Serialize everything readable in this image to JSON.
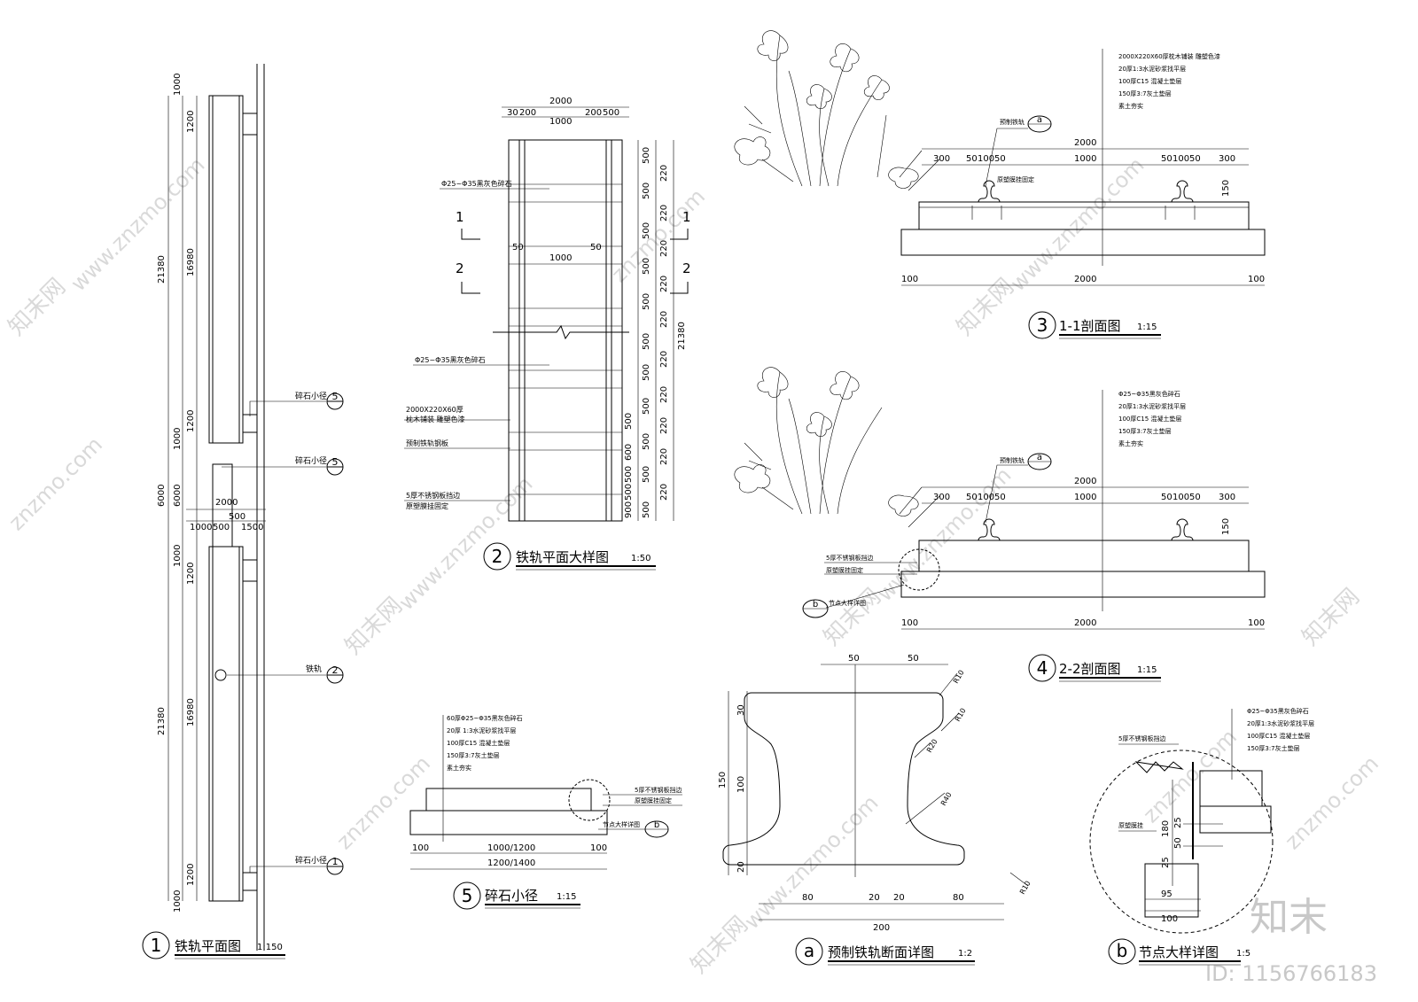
{
  "watermark": {
    "cn": "知末网",
    "url": "www.znzmo.com",
    "short": "znzmo.com"
  },
  "brand": {
    "logo": "知末",
    "id_text": "ID: 1156766183"
  },
  "plan": {
    "title_no": "1",
    "title": "铁轨平面图",
    "scale": "1:150",
    "dims": [
      "1000",
      "1200",
      "16980",
      "21380",
      "1200",
      "1000",
      "6000",
      "6000",
      "1000",
      "1200",
      "16980",
      "21380",
      "1200",
      "1000"
    ],
    "dims2": [
      "2000",
      "500",
      "1000",
      "500",
      "1500"
    ],
    "labels": [
      {
        "text": "碎石小径",
        "ref": "5"
      },
      {
        "text": "碎石小径",
        "ref": "5"
      },
      {
        "text": "铁轨",
        "ref": "2"
      },
      {
        "text": "碎石小径",
        "ref": "1"
      }
    ]
  },
  "detail2": {
    "title_no": "2",
    "title": "铁轨平面大样图",
    "scale": "1:50",
    "top_dims": [
      "2000",
      "30",
      "200",
      "1000",
      "200",
      "500",
      "50",
      "1000",
      "50"
    ],
    "right_dims": [
      "500",
      "220",
      "500",
      "220",
      "500",
      "220",
      "500",
      "220",
      "500",
      "220",
      "500",
      "220",
      "500",
      "220",
      "500",
      "220",
      "500",
      "220",
      "500",
      "220",
      "500",
      "220",
      "500",
      "220",
      "500",
      "220"
    ],
    "far_dims": [
      "21380",
      "500",
      "600",
      "500",
      "500",
      "900"
    ],
    "cut_marks": [
      "1",
      "1",
      "2",
      "2"
    ],
    "notes": [
      "Φ25~Φ35黑灰色碎石",
      "Φ25~Φ35黑灰色碎石",
      "2000X220X60厚",
      "枕木铺装 雕塑色漆",
      "预制铁轨钢板",
      "5厚不锈钢板挡边",
      "原塑膜挂固定"
    ]
  },
  "section11": {
    "title_no": "3",
    "title": "1-1剖面图",
    "scale": "1:15",
    "notes": [
      "2000X220X60厚枕木铺装 雕塑色漆",
      "20厚1:3水泥砂浆找平层",
      "100厚C15 混凝土垫层",
      "150厚3:7灰土垫层",
      "素土夯实"
    ],
    "tag": "a",
    "tag_label": "预制铁轨",
    "left_note": "原塑膜挂固定",
    "top_dims": [
      "2000",
      "300",
      "50",
      "100",
      "50",
      "1000",
      "50",
      "100",
      "50",
      "300"
    ],
    "side_dim": "150",
    "bottom_dims": [
      "100",
      "2000",
      "100"
    ]
  },
  "section22": {
    "title_no": "4",
    "title": "2-2剖面图",
    "scale": "1:15",
    "notes": [
      "Φ25~Φ35黑灰色碎石",
      "20厚1:3水泥砂浆找平层",
      "100厚C15 混凝土垫层",
      "150厚3:7灰土垫层",
      "素土夯实"
    ],
    "tag": "a",
    "tag_label": "预制铁轨",
    "left_notes": [
      "5厚不锈钢板挡边",
      "原塑膜挂固定"
    ],
    "detail_tag": "b",
    "detail_label": "节点大样详图",
    "top_dims": [
      "2000",
      "300",
      "50",
      "100",
      "50",
      "1000",
      "50",
      "100",
      "50",
      "300"
    ],
    "side_dim": "150",
    "bottom_dims": [
      "100",
      "2000",
      "100"
    ]
  },
  "path5": {
    "title_no": "5",
    "title": "碎石小径",
    "scale": "1:15",
    "notes": [
      "60厚Φ25~Φ35黑灰色碎石",
      "20厚 1:3水泥砂浆找平层",
      "100厚C15 混凝土垫层",
      "150厚3:7灰土垫层",
      "素土夯实"
    ],
    "right_notes": [
      "5厚不锈钢板挡边",
      "原塑膜挂固定"
    ],
    "detail_label": "节点大样详图",
    "detail_tag": "b",
    "dims": [
      "100",
      "1000/1200",
      "100",
      "1200/1400"
    ]
  },
  "rail_a": {
    "title_no": "a",
    "title": "预制铁轨断面详图",
    "scale": "1:2",
    "top_dims": [
      "50",
      "50"
    ],
    "left_dims": [
      "30",
      "100",
      "20",
      "150"
    ],
    "radius": [
      "R10",
      "R10",
      "R20",
      "R40",
      "R10"
    ],
    "bottom_dims": [
      "80",
      "20",
      "20",
      "80",
      "200"
    ]
  },
  "node_b": {
    "title_no": "b",
    "title": "节点大样详图",
    "scale": "1:5",
    "notes": [
      "Φ25~Φ35黑灰色碎石",
      "20厚1:3水泥砂浆找平层",
      "100厚C15 混凝土垫层",
      "150厚3:7灰土垫层"
    ],
    "left_notes": [
      "5厚不锈钢板挡边",
      "原塑膜挂"
    ],
    "dims": [
      "180",
      "25",
      "50",
      "25",
      "95",
      "100"
    ]
  }
}
